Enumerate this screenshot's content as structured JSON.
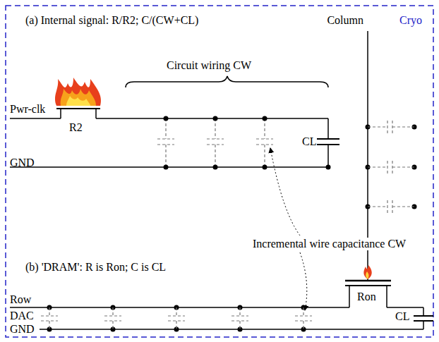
{
  "diagram": {
    "labels": [
      "(a) Internal signal: R/R2; C/(CW+CL)",
      "Column",
      "Cryo",
      "Circuit wiring CW",
      "Pwr-clk",
      "R2",
      "CL",
      "GND",
      "Incremental wire capacitance CW",
      "(b) 'DRAM': R is Ron; C is CL",
      "Row",
      "DAC",
      "Ron",
      "CL",
      "GND"
    ]
  }
}
